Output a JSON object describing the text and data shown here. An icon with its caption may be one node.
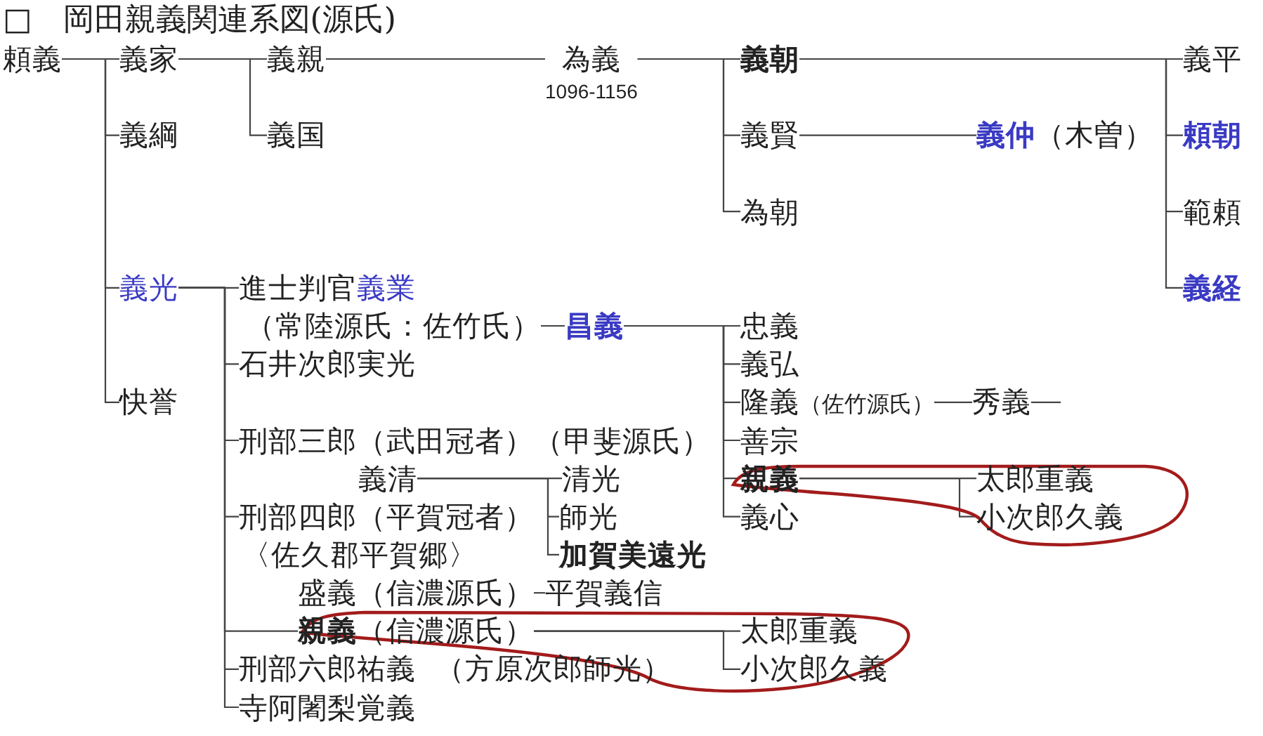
{
  "diagram": {
    "title": "□　岡田親義関連系図(源氏)",
    "nodes": [
      {
        "text": [
          "頼義"
        ]
      },
      {
        "text": [
          "義家"
        ]
      },
      {
        "text": [
          "義親"
        ]
      },
      {
        "text": [
          "為義"
        ],
        "beside": [
          "1096-1156"
        ]
      },
      {
        "text": [
          "義朝"
        ]
      },
      {
        "text": [
          "義平"
        ]
      },
      {
        "text": [
          "義綱"
        ]
      },
      {
        "text": [
          "義国"
        ]
      },
      {
        "text": [
          "義賢"
        ]
      },
      {
        "text": [
          "義仲"
        ],
        "beside": [
          "（木曽）"
        ]
      },
      {
        "text": [
          "頼朝"
        ]
      },
      {
        "text": [
          "為朝"
        ]
      },
      {
        "text": [
          "範頼"
        ]
      },
      {
        "text": [
          "義光"
        ]
      },
      {
        "text": [
          "進士判官",
          "義業"
        ],
        "beside": [
          "（常陸源氏：佐竹氏）"
        ]
      },
      {
        "text": [
          "義経"
        ]
      },
      {
        "text": [
          "昌義"
        ]
      },
      {
        "text": [
          "忠義"
        ]
      },
      {
        "text": [
          "石井次郎実光"
        ]
      },
      {
        "text": [
          "義弘"
        ]
      },
      {
        "text": [
          "快誉"
        ]
      },
      {
        "text": [
          "隆義"
        ],
        "beside": [
          "（佐竹源氏）"
        ]
      },
      {
        "text": [
          "秀義"
        ]
      },
      {
        "text": [
          "刑部三郎（武田冠者）（甲斐源氏）"
        ]
      },
      {
        "text": [
          "善宗"
        ]
      },
      {
        "text": [
          "義清"
        ]
      },
      {
        "text": [
          "清光"
        ]
      },
      {
        "text": [
          "親義"
        ]
      },
      {
        "text": [
          "太郎重義"
        ]
      },
      {
        "text": [
          "刑部四郎（平賀冠者）"
        ],
        "beside": [
          "〈佐久郡平賀郷〉"
        ]
      },
      {
        "text": [
          "師光"
        ]
      },
      {
        "text": [
          "義心"
        ]
      },
      {
        "text": [
          "小次郎久義"
        ]
      },
      {
        "text": [
          "加賀美遠光"
        ]
      },
      {
        "text": [
          "盛義"
        ],
        "beside": [
          "（信濃源氏）"
        ]
      },
      {
        "text": [
          "平賀義信"
        ]
      },
      {
        "text": [
          "親義"
        ],
        "beside": [
          "（信濃源氏）"
        ]
      },
      {
        "text": [
          "太郎重義"
        ]
      },
      {
        "text": [
          "刑部六郎祐義"
        ],
        "beside": [
          "（方原次郎師光）"
        ]
      },
      {
        "text": [
          "小次郎久義"
        ]
      },
      {
        "text": [
          "寺阿闍梨覚義"
        ]
      }
    ],
    "edges": [
      {
        "from": 0,
        "to": 1,
        "arrow": "none"
      },
      {
        "from": 0,
        "to": 6,
        "arrow": "none"
      },
      {
        "from": 0,
        "to": 13,
        "arrow": "none"
      },
      {
        "from": 0,
        "to": 20,
        "arrow": "none"
      },
      {
        "from": 1,
        "to": 2,
        "arrow": "none"
      },
      {
        "from": 1,
        "to": 7,
        "arrow": "none"
      },
      {
        "from": 2,
        "to": 3,
        "arrow": "none"
      },
      {
        "from": 3,
        "to": 4,
        "arrow": "none"
      },
      {
        "from": 3,
        "to": 8,
        "arrow": "none"
      },
      {
        "from": 3,
        "to": 11,
        "arrow": "none"
      },
      {
        "from": 4,
        "to": 5,
        "arrow": "none"
      },
      {
        "from": 4,
        "to": 10,
        "arrow": "none"
      },
      {
        "from": 4,
        "to": 12,
        "arrow": "none"
      },
      {
        "from": 4,
        "to": 15,
        "arrow": "none"
      },
      {
        "from": 8,
        "to": 9,
        "arrow": "none"
      },
      {
        "from": 13,
        "to": 14,
        "arrow": "none"
      },
      {
        "from": 13,
        "to": 18,
        "arrow": "none"
      },
      {
        "from": 13,
        "to": 23,
        "arrow": "none"
      },
      {
        "from": 13,
        "to": 29,
        "arrow": "none"
      },
      {
        "from": 13,
        "to": 36,
        "arrow": "none"
      },
      {
        "from": 13,
        "to": 38,
        "arrow": "none"
      },
      {
        "from": 13,
        "to": 40,
        "arrow": "none"
      },
      {
        "from": 14,
        "to": 16,
        "arrow": "none"
      },
      {
        "from": 16,
        "to": 17,
        "arrow": "none"
      },
      {
        "from": 16,
        "to": 19,
        "arrow": "none"
      },
      {
        "from": 16,
        "to": 21,
        "arrow": "none"
      },
      {
        "from": 16,
        "to": 24,
        "arrow": "none"
      },
      {
        "from": 16,
        "to": 27,
        "arrow": "none"
      },
      {
        "from": 16,
        "to": 31,
        "arrow": "none"
      },
      {
        "from": 21,
        "to": 22,
        "arrow": "none"
      },
      {
        "from": 22,
        "to": null,
        "arrow": "none"
      },
      {
        "from": 25,
        "to": 26,
        "arrow": "none"
      },
      {
        "from": 25,
        "to": 30,
        "arrow": "none"
      },
      {
        "from": 25,
        "to": 33,
        "arrow": "none"
      },
      {
        "from": 27,
        "to": 28,
        "arrow": "none"
      },
      {
        "from": 27,
        "to": 32,
        "arrow": "none"
      },
      {
        "from": 34,
        "to": 35,
        "arrow": "none"
      },
      {
        "from": 36,
        "to": 37,
        "arrow": "none"
      },
      {
        "from": 36,
        "to": 39,
        "arrow": "none"
      }
    ]
  }
}
